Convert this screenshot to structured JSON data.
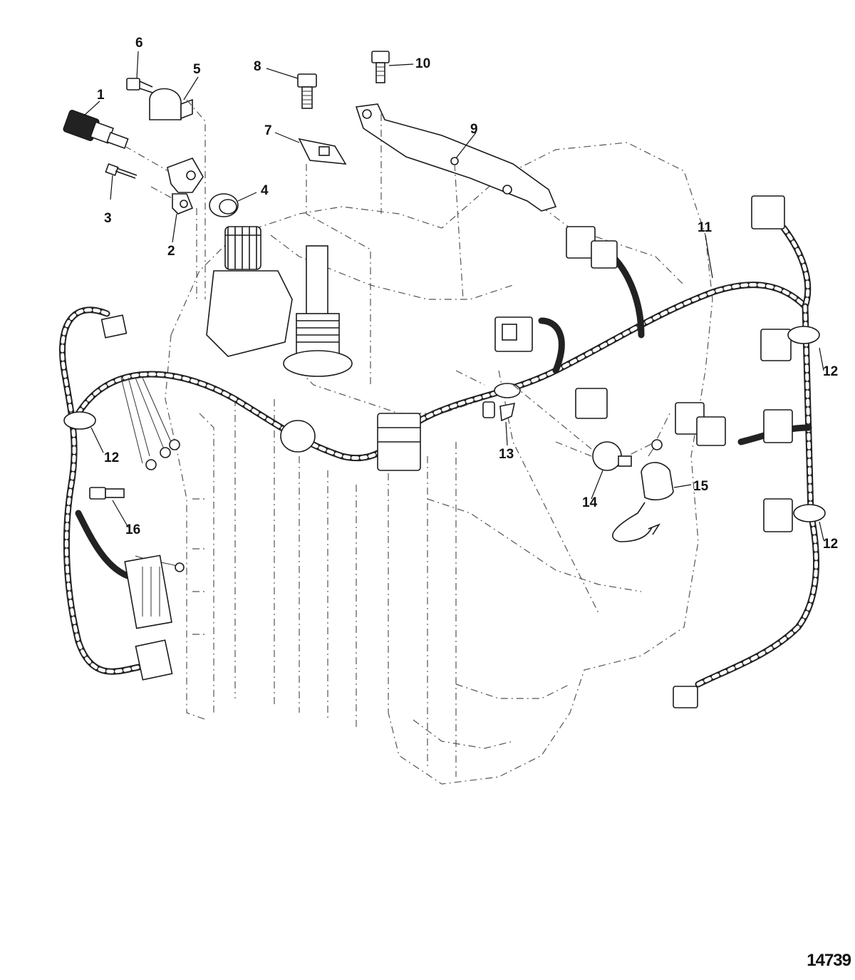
{
  "diagram": {
    "figure_number": "14739",
    "callouts": [
      "1",
      "2",
      "3",
      "4",
      "5",
      "6",
      "7",
      "8",
      "9",
      "10",
      "11",
      "12",
      "12",
      "12",
      "13",
      "14",
      "15",
      "16"
    ]
  }
}
